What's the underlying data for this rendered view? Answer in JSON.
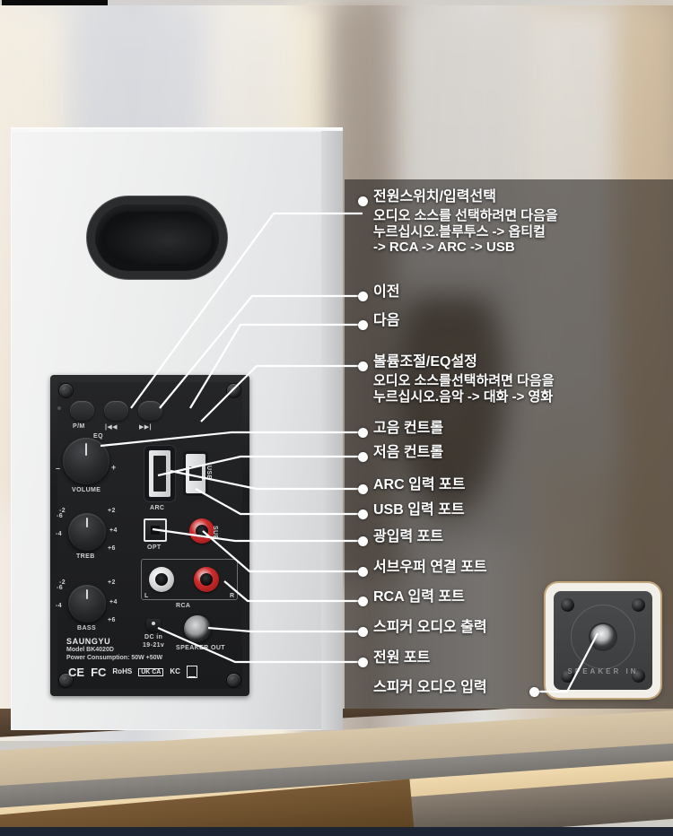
{
  "product": {
    "brand": "SAUNGYU",
    "model": "Model BK4020D",
    "power": "Power Consumption:  50W +50W"
  },
  "panel_labels": {
    "power_mode_button": "P/M",
    "prev_button": "|◀◀",
    "next_button": "▶▶|",
    "eq_top": "EQ",
    "volume": "VOLUME",
    "volume_minus": "–",
    "volume_plus": "+",
    "treble": "TREB",
    "bass": "BASS",
    "arc": "ARC",
    "usb": "USB",
    "opt": "OPT",
    "sub": "SUB",
    "rca": "RCA",
    "rca_left": "L",
    "rca_right": "R",
    "dc_in": "DC in",
    "dc_volt": "19-21v",
    "speaker_out": "SPEAKER OUT",
    "knob_ticks": [
      "-6",
      "-4",
      "-2",
      "+2",
      "+4",
      "+6"
    ]
  },
  "inset": {
    "label": "SPEAKER IN"
  },
  "certifications": [
    "CE",
    "FC",
    "RoHS",
    "UK CA",
    "KC",
    "WEEE"
  ],
  "annotations": [
    {
      "id": "power-switch-input-select",
      "title": "전원스위치/입력선택",
      "body": "오디오 소스를 선택하려면 다음을\n누르십시오.블루투스 -> 옵티컬\n-> RCA -> ARC -> USB"
    },
    {
      "id": "previous",
      "title": "이전",
      "body": ""
    },
    {
      "id": "next",
      "title": "다음",
      "body": ""
    },
    {
      "id": "volume-eq",
      "title": "볼륨조절/EQ설정",
      "body": "오디오 소스를선택하려면 다음을\n누르십시오.음악 -> 대화 -> 영화"
    },
    {
      "id": "treble-control",
      "title": "고음 컨트롤",
      "body": ""
    },
    {
      "id": "bass-control",
      "title": "저음 컨트롤",
      "body": ""
    },
    {
      "id": "arc-input-port",
      "title": "ARC 입력 포트",
      "body": ""
    },
    {
      "id": "usb-input-port",
      "title": "USB 입력 포트",
      "body": ""
    },
    {
      "id": "optical-input-port",
      "title": "광입력 포트",
      "body": ""
    },
    {
      "id": "subwoofer-port",
      "title": "서브우퍼 연결 포트",
      "body": ""
    },
    {
      "id": "rca-input-port",
      "title": "RCA 입력 포트",
      "body": ""
    },
    {
      "id": "speaker-audio-out",
      "title": "스피커 오디오 출력",
      "body": ""
    },
    {
      "id": "power-port",
      "title": "전원 포트",
      "body": ""
    },
    {
      "id": "speaker-audio-in",
      "title": "스피커 오디오 입력",
      "body": ""
    }
  ],
  "colors": {
    "overlay": "#1c1815",
    "label_text": "#ffffff",
    "leader_line": "#ffffff",
    "top_bar": "#0b0b0b",
    "bottom_bar": "#1d2535"
  }
}
